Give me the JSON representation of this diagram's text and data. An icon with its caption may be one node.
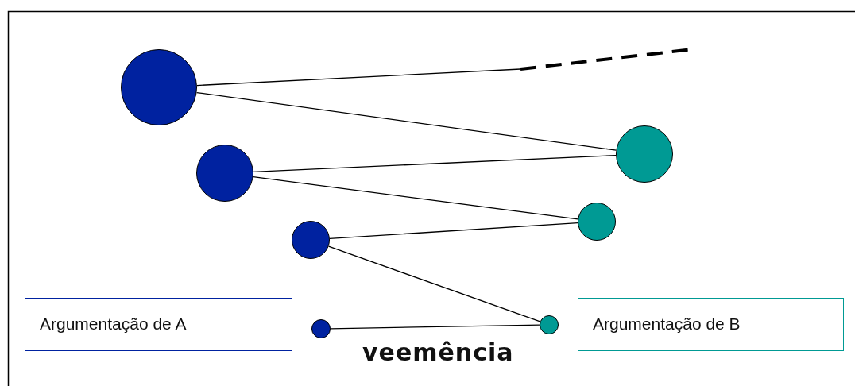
{
  "diagram": {
    "nodes": [
      {
        "text": [],
        "shape": "circle"
      },
      {
        "text": [],
        "shape": "circle"
      },
      {
        "text": [],
        "shape": "circle"
      },
      {
        "text": [],
        "shape": "circle"
      },
      {
        "text": [],
        "shape": "circle"
      },
      {
        "text": [],
        "shape": "circle"
      },
      {
        "text": [],
        "shape": "circle"
      },
      {
        "text": [
          "Argumentação de A"
        ]
      },
      {
        "text": [
          "Argumentação de B"
        ]
      }
    ],
    "edges": [
      {
        "from": 0,
        "to": null,
        "arrow": "none"
      },
      {
        "from": 0,
        "to": 1,
        "arrow": "none"
      },
      {
        "from": 2,
        "to": 1,
        "arrow": "none"
      },
      {
        "from": 2,
        "to": 3,
        "arrow": "none"
      },
      {
        "from": 4,
        "to": 3,
        "arrow": "none"
      },
      {
        "from": 4,
        "to": 6,
        "arrow": "none"
      },
      {
        "from": 5,
        "to": 6,
        "arrow": "none"
      }
    ],
    "labels": [
      "veemência"
    ]
  }
}
